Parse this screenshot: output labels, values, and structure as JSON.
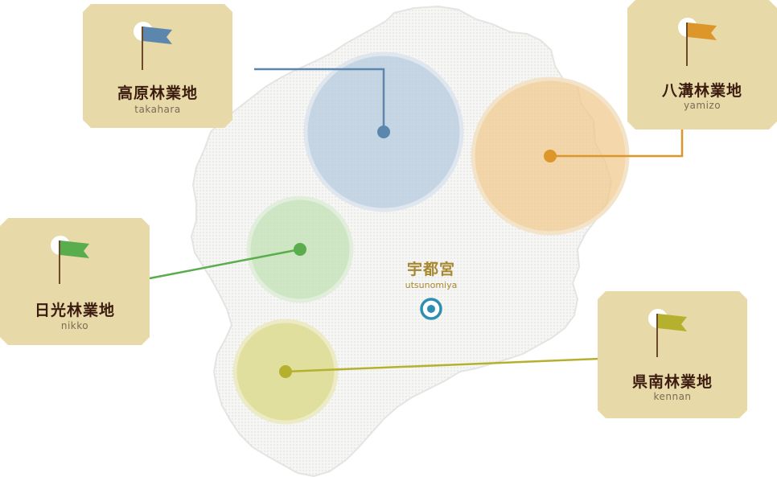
{
  "city": {
    "name": "宇都宮",
    "reading": "utsunomiya",
    "marker_color": "#2f8fb0"
  },
  "forests": [
    {
      "id": "takahara",
      "name": "高原林業地",
      "reading": "takahara",
      "color": "#5b86ad"
    },
    {
      "id": "yamizo",
      "name": "八溝林業地",
      "reading": "yamizo",
      "color": "#dc962a"
    },
    {
      "id": "nikko",
      "name": "日光林業地",
      "reading": "nikko",
      "color": "#5aad4c"
    },
    {
      "id": "kennan",
      "name": "県南林業地",
      "reading": "kennan",
      "color": "#b6b02f"
    }
  ],
  "colors": {
    "card": "#e8d9a8",
    "card_text": "#3b1c0f",
    "map_land": "#f4f4f2"
  },
  "icons": {
    "flag": "flag-icon",
    "city_marker": "target-marker-icon"
  }
}
